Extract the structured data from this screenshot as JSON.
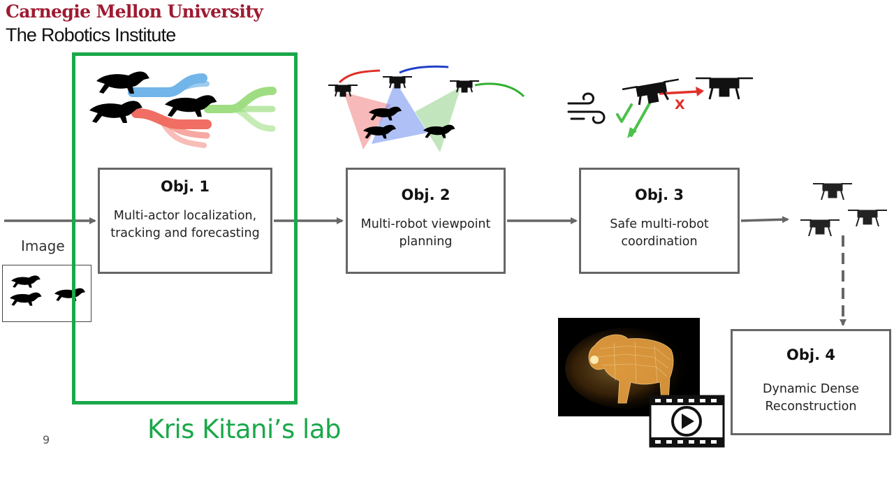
{
  "header": {
    "institution": "Carnegie Mellon University",
    "department": "The Robotics Institute"
  },
  "input": {
    "label": "Image"
  },
  "objectives": [
    {
      "title": "Obj. 1",
      "description": "Multi-actor localization, tracking and forecasting"
    },
    {
      "title": "Obj. 2",
      "description": "Multi-robot viewpoint planning"
    },
    {
      "title": "Obj. 3",
      "description": "Safe multi-robot coordination"
    },
    {
      "title": "Obj. 4",
      "description": "Dynamic Dense Reconstruction"
    }
  ],
  "highlight": {
    "label": "Kris Kitani’s lab",
    "color": "#1aa84a"
  },
  "obj3_illustration": {
    "blocked_mark": "X"
  },
  "slide": {
    "page_number": "9"
  },
  "icons": [
    "cheetah-icon",
    "drone-icon",
    "wind-icon",
    "checkmark-icon",
    "camera-frustum-icon",
    "play-video-icon",
    "film-strip-icon"
  ],
  "colors": {
    "cmu_red": "#9e1b32",
    "lab_green": "#1aa84a",
    "track_blue": "#5aa9e6",
    "track_red": "#ee5548",
    "track_green": "#8fd86e",
    "arrow_gray": "#666666"
  }
}
